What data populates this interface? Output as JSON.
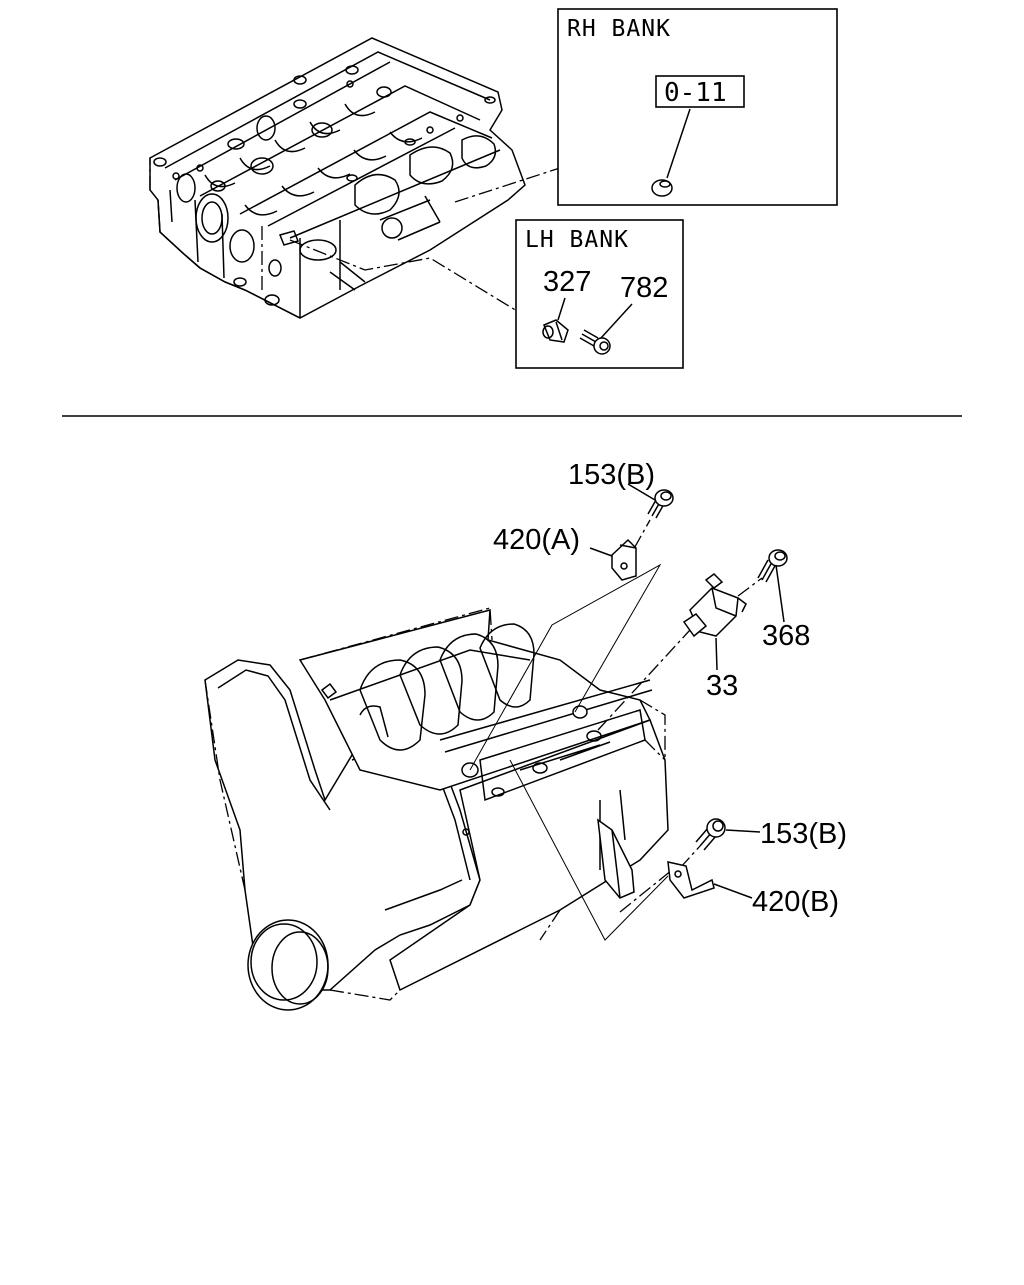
{
  "boxes": {
    "rh_bank": {
      "title": "RH BANK",
      "ref_code": "0-11"
    },
    "lh_bank": {
      "title": "LH BANK",
      "parts": [
        "327",
        "782"
      ]
    }
  },
  "callouts": {
    "bolt_top": "153(B)",
    "bracket_a": "420(A)",
    "bolt_sensor": "368",
    "sensor": "33",
    "bolt_lower": "153(B)",
    "bracket_b": "420(B)"
  }
}
